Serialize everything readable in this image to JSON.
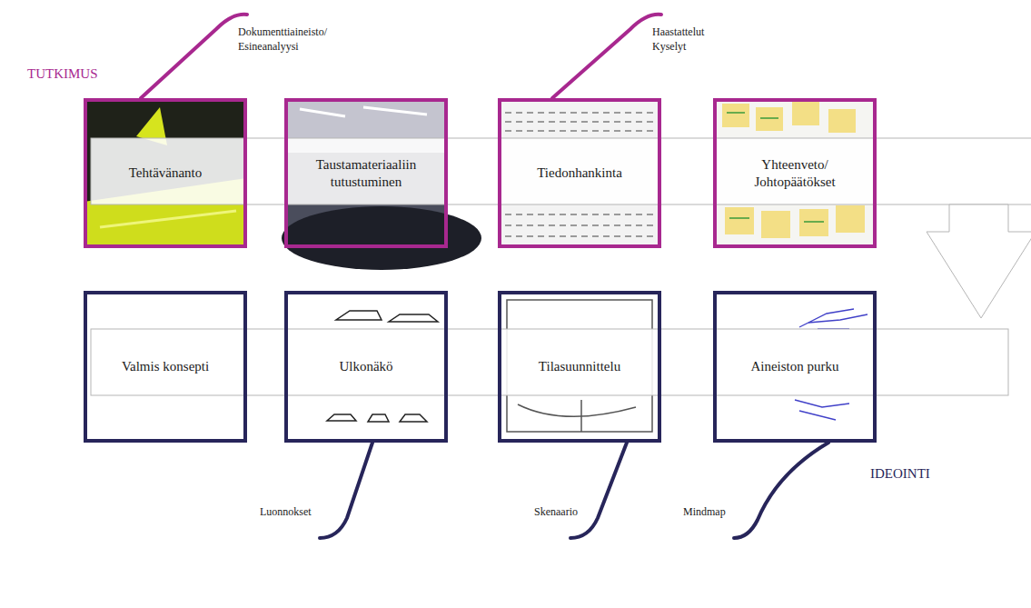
{
  "diagram": {
    "nodes": [
      {
        "text": [
          "Tehtävänanto"
        ]
      },
      {
        "text": [
          "Taustamateriaaliin tutustuminen"
        ]
      },
      {
        "text": [
          "Tiedonhankinta"
        ]
      },
      {
        "text": [
          "Yhteenveto/ Johtopäätökset"
        ]
      },
      {
        "text": [
          "Valmis konsepti"
        ]
      },
      {
        "text": [
          "Ulkonäkö"
        ]
      },
      {
        "text": [
          "Tilasuunnittelu"
        ]
      },
      {
        "text": [
          "Aineiston purku"
        ]
      }
    ],
    "labels": [
      "TUTKIMUS",
      "Dokumenttiaineisto/ Esineanalyysi",
      "Haastattelut Kyselyt",
      "IDEOINTI",
      "Luonnokset",
      "Skenaario",
      "Mindmap"
    ]
  }
}
